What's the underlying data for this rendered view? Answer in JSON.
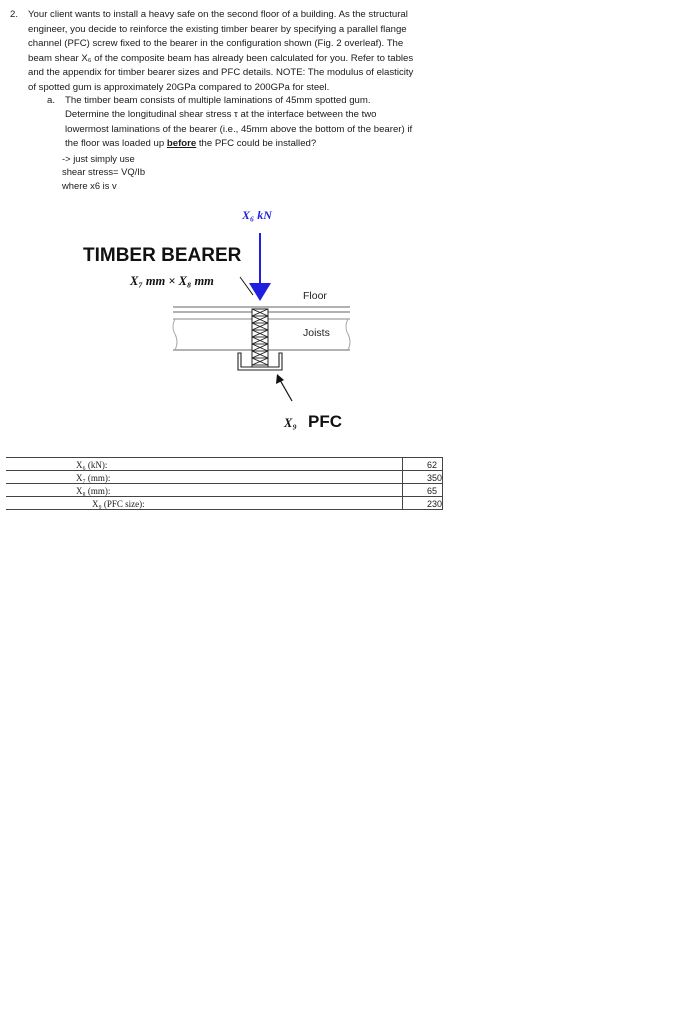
{
  "question": {
    "number": "2.",
    "intro_lines": [
      "Your client wants to install a heavy safe on the second floor of a building.  As the structural",
      "engineer, you decide to reinforce the existing timber bearer by specifying a parallel flange",
      "channel (PFC) screw fixed to the bearer in the configuration shown (Fig. 2 overleaf).  The",
      "beam shear X₆ of the composite beam has already been calculated for you.  Refer to tables",
      "and the appendix for timber bearer sizes and PFC details.  NOTE: The modulus of elasticity",
      "of spotted gum is approximately 20GPa compared to 200GPa for steel."
    ],
    "part_letter": "a.",
    "part_lines_1": [
      "The timber beam consists of multiple laminations of 45mm spotted gum.",
      "Determine the longitudinal shear stress τ at the interface between the two",
      "lowermost laminations of the bearer (i.e., 45mm above the bottom of the bearer) if"
    ],
    "part_line_last_pre": "the floor was loaded up ",
    "part_line_last_bold": "before",
    "part_line_last_post": " the PFC could be installed?"
  },
  "note": {
    "lines": [
      "-> just simply use",
      "shear stress= VQ/Ib",
      "where x6 is v"
    ]
  },
  "figure": {
    "load_label": "X₆ kN",
    "title": "TIMBER BEARER",
    "dims_label": "X₇ mm × X₈ mm",
    "floor_label": "Floor",
    "joists_label": "Joists",
    "pfc_var": "X₉",
    "pfc_label": "PFC",
    "arrow_color": "#1f1fe0"
  },
  "values_table": {
    "rows": [
      {
        "label": "X₆ (kN):",
        "value": "62"
      },
      {
        "label": "X₇ (mm):",
        "value": "350"
      },
      {
        "label": "X₈ (mm):",
        "value": "65"
      },
      {
        "label": "X₉ (PFC size):",
        "value": "230"
      }
    ]
  }
}
